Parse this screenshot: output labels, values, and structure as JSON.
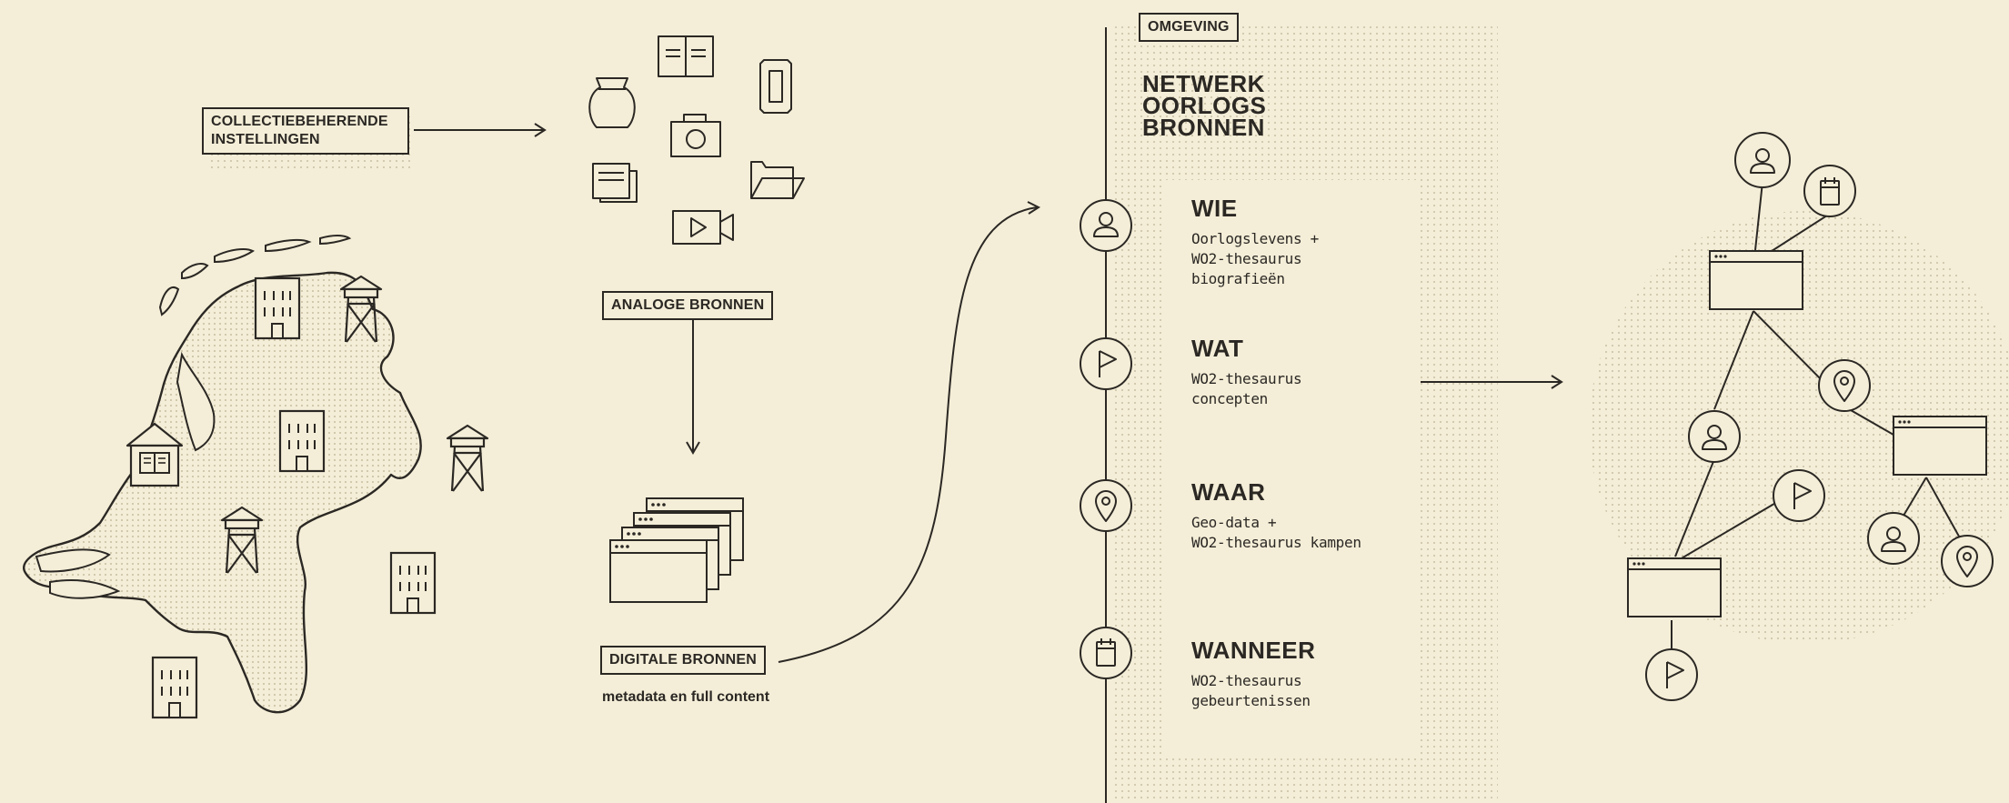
{
  "left": {
    "institutions_label": "COLLECTIEBEHERENDE INSTELLINGEN"
  },
  "sources": {
    "analog_label": "ANALOGE BRONNEN",
    "digital_label": "DIGITALE BRONNEN",
    "digital_caption": "metadata en full content"
  },
  "environment": {
    "tag": "OMGEVING",
    "network_title_lines": [
      "NETWERK",
      "OORLOGS",
      "BRONNEN"
    ],
    "categories": [
      {
        "title": "WIE",
        "desc_lines": [
          "Oorlogslevens +",
          "WO2-thesaurus",
          "biografieën"
        ],
        "icon": "person-icon"
      },
      {
        "title": "WAT",
        "desc_lines": [
          "WO2-thesaurus",
          "concepten"
        ],
        "icon": "flag-icon"
      },
      {
        "title": "WAAR",
        "desc_lines": [
          "Geo-data +",
          "WO2-thesaurus kampen"
        ],
        "icon": "location-pin-icon"
      },
      {
        "title": "WANNEER",
        "desc_lines": [
          "WO2-thesaurus",
          "gebeurtenissen"
        ],
        "icon": "calendar-icon"
      }
    ]
  },
  "colors": {
    "background": "#f4eed8",
    "ink": "#2b2824",
    "dots": "#c9bfa3"
  }
}
